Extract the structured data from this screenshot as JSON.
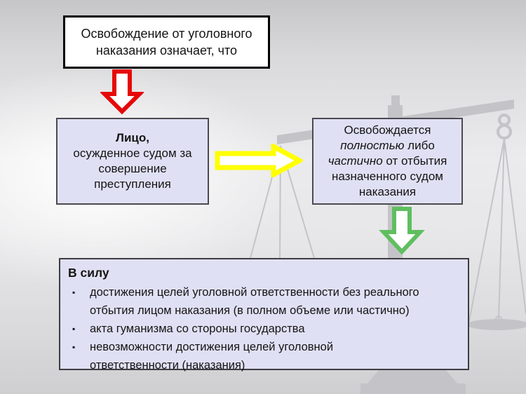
{
  "slide": {
    "title_box": {
      "lines": [
        "Освобождение от уголовного",
        "наказания означает, что"
      ]
    },
    "person_box": {
      "lines": [
        {
          "text": "Лицо,",
          "bold": true
        },
        {
          "text": "осужденное судом за",
          "bold": false
        },
        {
          "text": "совершение",
          "bold": false
        },
        {
          "text": "преступления",
          "bold": false
        }
      ]
    },
    "release_box": {
      "lines": [
        [
          {
            "text": "Освобождается",
            "italic": false
          }
        ],
        [
          {
            "text": "полностью",
            "italic": true
          },
          {
            "text": " либо",
            "italic": false
          }
        ],
        [
          {
            "text": "частично",
            "italic": true
          },
          {
            "text": " от отбытия",
            "italic": false
          }
        ],
        [
          {
            "text": "назначенного судом",
            "italic": false
          }
        ],
        [
          {
            "text": "наказания",
            "italic": false
          }
        ]
      ]
    },
    "reasons_box": {
      "heading": "В силу",
      "bullet_char": "▪",
      "bullets": [
        {
          "lines": [
            "достижения целей уголовной ответственности без реального",
            "отбытия лицом наказания (в полном объеме или частично)"
          ]
        },
        {
          "lines": [
            "акта гуманизма со стороны государства"
          ]
        },
        {
          "lines": [
            "невозможности достижения целей уголовной",
            "ответственности (наказания)"
          ]
        }
      ]
    },
    "icons": {
      "red_arrow": {
        "label": "red-down-arrow",
        "stroke": "#e60808",
        "fill": "#ffffff"
      },
      "yellow_arrow": {
        "label": "yellow-right-arrow",
        "stroke": "#ffff00",
        "fill": "#ffffff"
      },
      "green_arrow": {
        "label": "green-down-arrow",
        "stroke": "#5fbf5f",
        "fill": "#ffffff"
      },
      "scales": {
        "label": "scales-of-justice",
        "color": "#c4c4c8"
      }
    },
    "colors": {
      "title_fill": "#ffffff",
      "title_border": "#000000",
      "box_fill": "#e0e0f5",
      "box_border": "#4a4a50",
      "text": "#141414"
    }
  }
}
